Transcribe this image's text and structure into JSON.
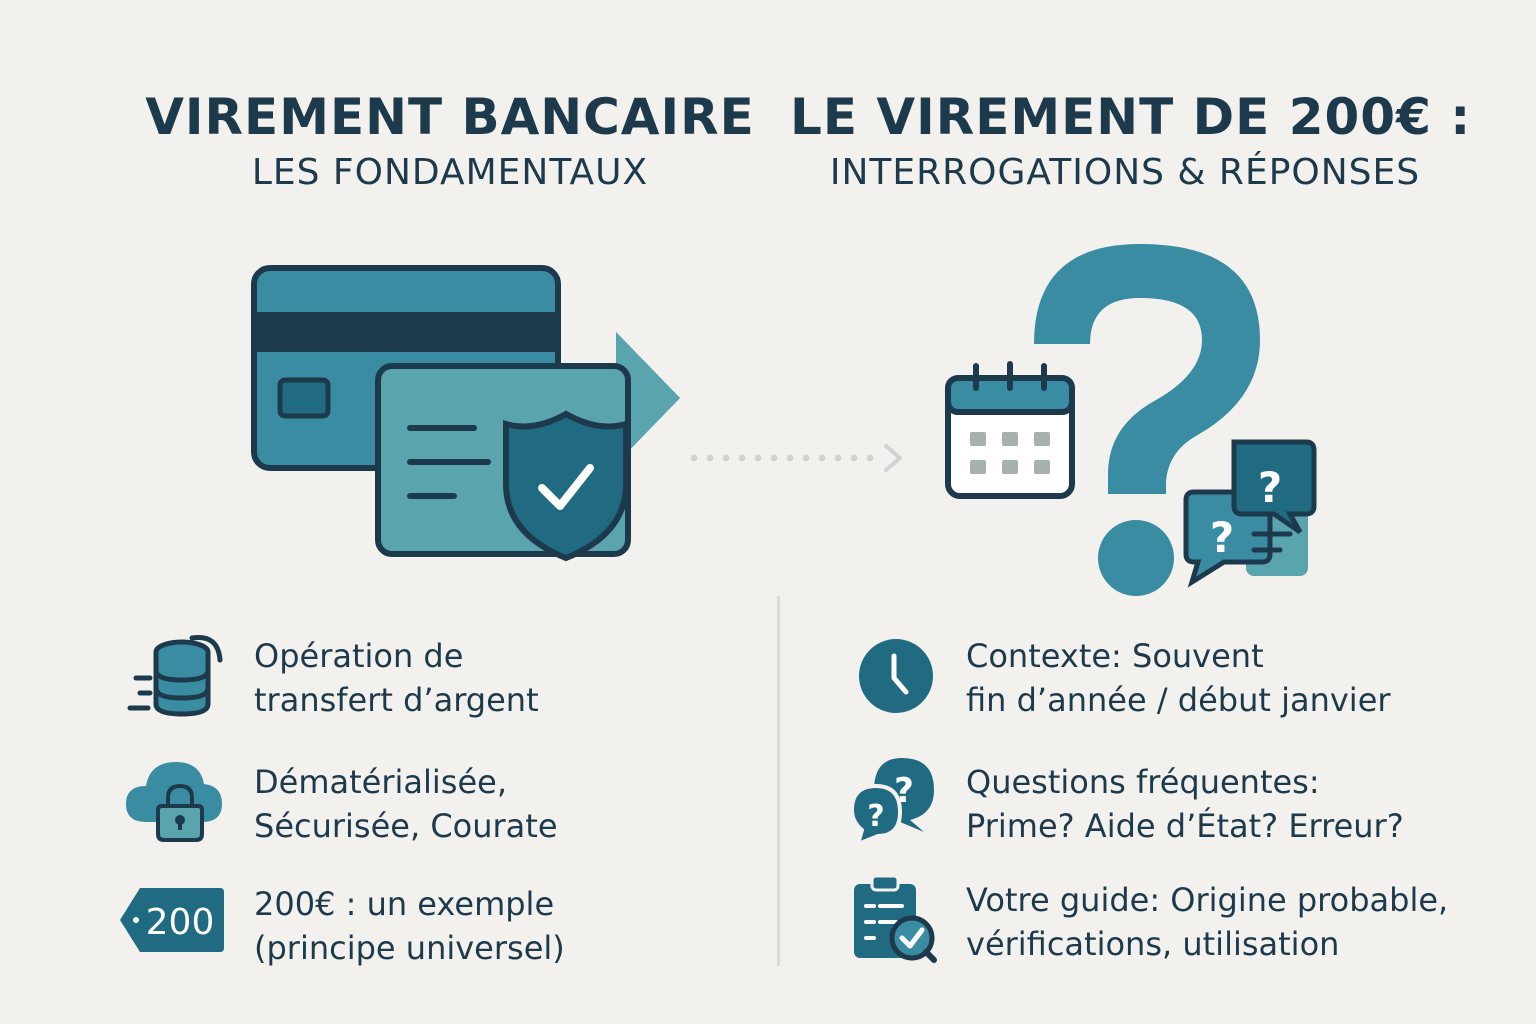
{
  "left": {
    "title": "VIREMENT BANCAIRE",
    "subtitle": "LES FONDAMENTAUX",
    "items": [
      {
        "icon": "database-stack-icon",
        "lines": [
          "Opération de",
          "transfert d’argent"
        ]
      },
      {
        "icon": "cloud-lock-icon",
        "lines": [
          "Dématérialisée,",
          "Sécurisée, Courate"
        ]
      },
      {
        "icon": "price-tag-icon",
        "tag": "200",
        "lines": [
          "200€ : un exemple",
          "(principe universel)"
        ]
      }
    ]
  },
  "right": {
    "title": "LE VIREMENT DE 200€ :",
    "subtitle": "INTERROGATIONS & RÉPONSES",
    "items": [
      {
        "icon": "clock-icon",
        "lines": [
          "Contexte: Souvent",
          "fin d’année / début  janvier"
        ]
      },
      {
        "icon": "question-bubbles-icon",
        "lines": [
          "Questions fréquentes:",
          "Prime? Aide d’État? Erreur?"
        ]
      },
      {
        "icon": "clipboard-check-icon",
        "lines": [
          "Votre guide: Origine probable,",
          "vérifications, utilisation"
        ]
      }
    ]
  },
  "hero": {
    "left_icon": "bank-card-transfer-shield-icon",
    "connector_icon": "dotted-arrow-icon",
    "right_icon": "question-mark-calendar-icon"
  },
  "colors": {
    "background": "#f3f1ed",
    "dark": "#1d3a4c",
    "teal": "#3a8ca3",
    "teal_light": "#5aa4ad",
    "teal_dark": "#216b82"
  }
}
